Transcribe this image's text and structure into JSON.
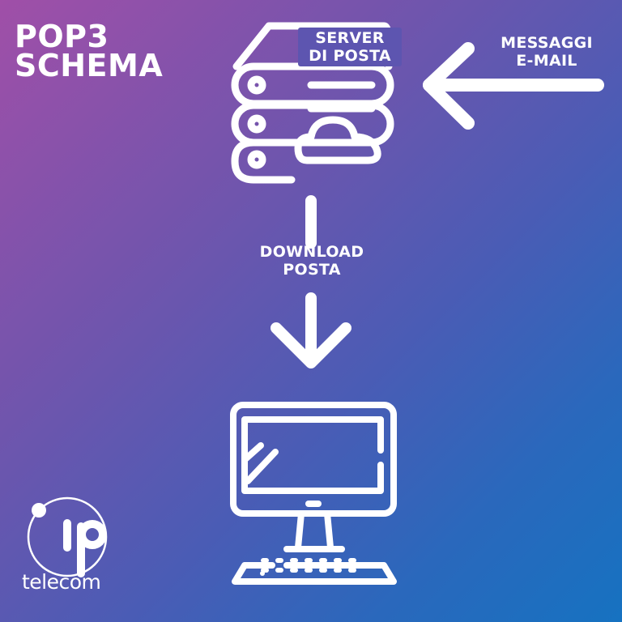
{
  "title": {
    "line1": "POP3",
    "line2": "SCHEMA"
  },
  "nodes": {
    "server": {
      "label_line1": "SERVER",
      "label_line2": "DI POSTA",
      "icon": "server-cloud-icon"
    },
    "client": {
      "icon": "desktop-computer-icon"
    }
  },
  "edges": {
    "incoming": {
      "label_line1": "MESSAGGI",
      "label_line2": "E-MAIL",
      "icon": "arrow-left-icon"
    },
    "download": {
      "label_line1": "DOWNLOAD",
      "label_line2": "POSTA",
      "icon": "arrow-down-icon"
    }
  },
  "brand": {
    "logo_mark": "ip",
    "logo_text": "telecom"
  },
  "colors": {
    "gradient_start": "#a04fa8",
    "gradient_end": "#1672c1",
    "foreground": "#ffffff"
  }
}
